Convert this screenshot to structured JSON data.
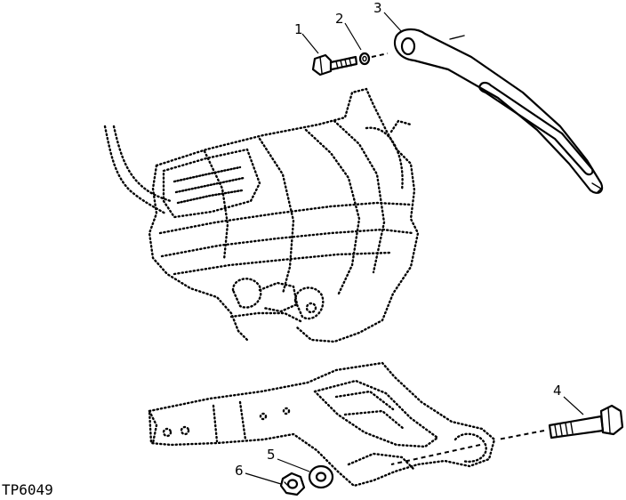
{
  "figure_id": "TP6049",
  "callouts": {
    "c1": "1",
    "c2": "2",
    "c3": "3",
    "c4": "4",
    "c5": "5",
    "c6": "6"
  },
  "colors": {
    "ink": "#000000",
    "paper": "#ffffff"
  }
}
